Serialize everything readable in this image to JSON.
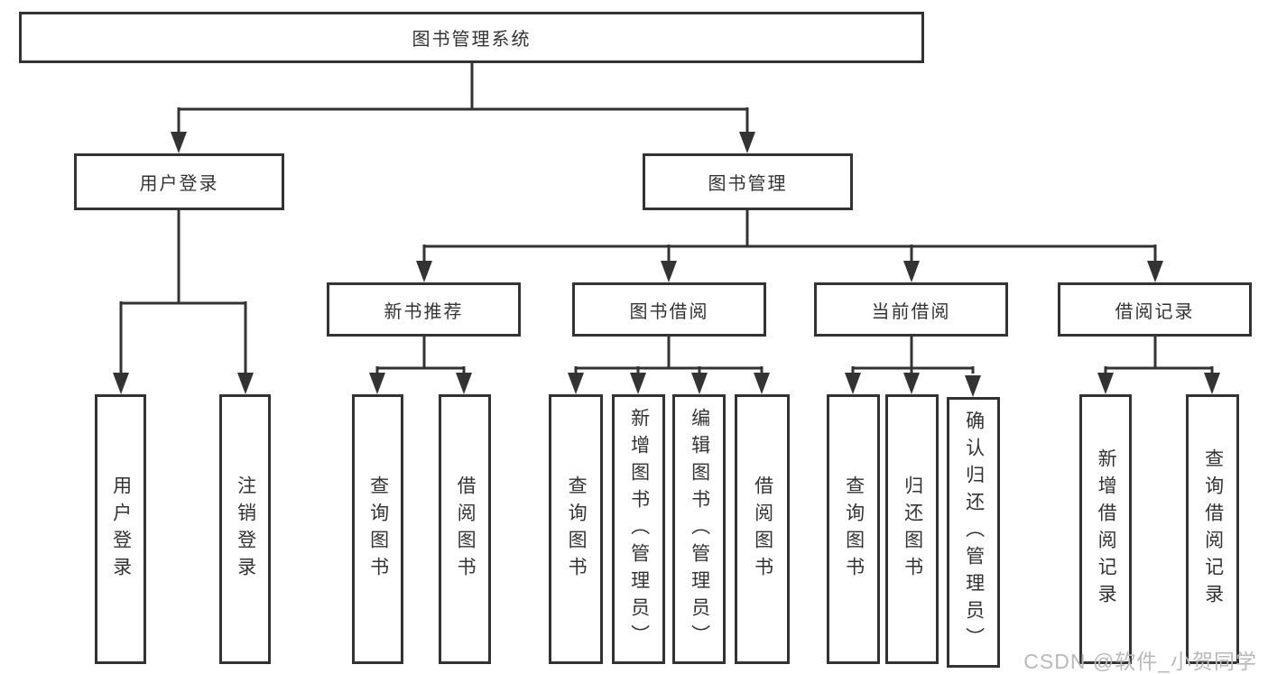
{
  "diagram": {
    "root": {
      "label": "图书管理系统"
    },
    "level2": [
      {
        "label": "用户登录",
        "parent": "图书管理系统"
      },
      {
        "label": "图书管理",
        "parent": "图书管理系统"
      }
    ],
    "level3": [
      {
        "label": "新书推荐",
        "parent": "图书管理"
      },
      {
        "label": "图书借阅",
        "parent": "图书管理"
      },
      {
        "label": "当前借阅",
        "parent": "图书管理"
      },
      {
        "label": "借阅记录",
        "parent": "图书管理"
      }
    ],
    "leaves": [
      {
        "label": "用户登录",
        "group": "用户登录"
      },
      {
        "label": "注销登录",
        "group": "用户登录"
      },
      {
        "label": "查询图书",
        "group": "新书推荐"
      },
      {
        "label": "借阅图书",
        "group": "新书推荐"
      },
      {
        "label": "查询图书",
        "group": "图书借阅"
      },
      {
        "label": "新增图书（管理员）",
        "group": "图书借阅"
      },
      {
        "label": "编辑图书（管理员）",
        "group": "图书借阅"
      },
      {
        "label": "借阅图书",
        "group": "图书借阅"
      },
      {
        "label": "查询图书",
        "group": "当前借阅"
      },
      {
        "label": "归还图书",
        "group": "当前借阅"
      },
      {
        "label": "确认归还（管理员）",
        "group": "当前借阅"
      },
      {
        "label": "新增借阅记录",
        "group": "借阅记录"
      },
      {
        "label": "查询借阅记录",
        "group": "借阅记录"
      }
    ],
    "watermark": "CSDN @软件_小贺同学",
    "colors": {
      "line": "#333333",
      "text": "#333333",
      "watermark": "#b9b9b9",
      "background": "#ffffff"
    }
  }
}
